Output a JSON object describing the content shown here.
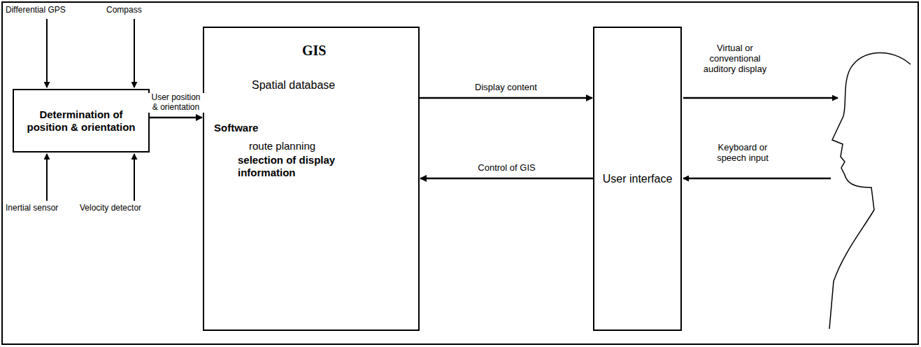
{
  "diagram": {
    "nodes": [
      {
        "text": [
          "Determination of position & orientation"
        ]
      },
      {
        "text": [
          "GIS",
          "Spatial database",
          "Software",
          "route planning",
          "selection of display information"
        ]
      },
      {
        "text": [
          "User interface"
        ]
      }
    ],
    "edges": [
      {
        "from": 0,
        "to": 1,
        "arrow": "to",
        "label": "User position & orientation"
      },
      {
        "from": 1,
        "to": 2,
        "arrow": "to",
        "label": "Display content"
      },
      {
        "from": 2,
        "to": 1,
        "arrow": "to",
        "label": "Control of GIS"
      }
    ],
    "labels": [
      "Differential GPS",
      "Compass",
      "Inertial sensor",
      "Velocity detector",
      "Virtual or conventional auditory display",
      "Keyboard or speech input"
    ]
  }
}
